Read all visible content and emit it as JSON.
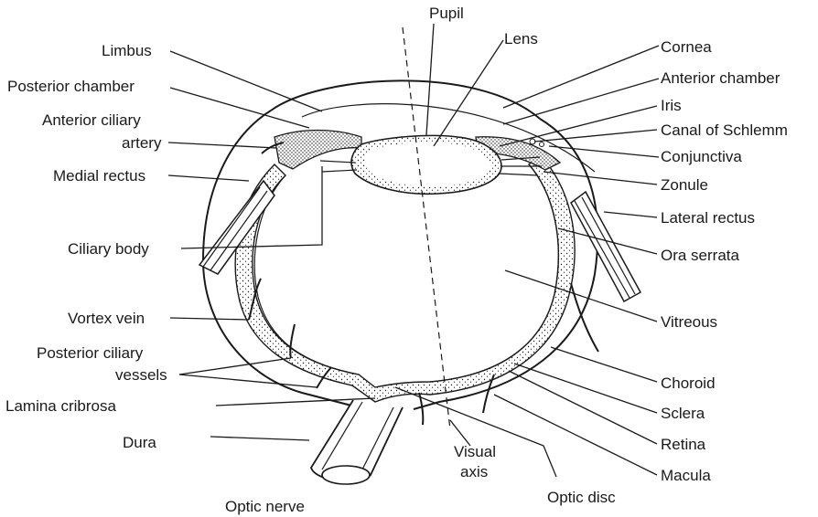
{
  "labels": {
    "pupil": "Pupil",
    "lens": "Lens",
    "cornea": "Cornea",
    "anterior_chamber": "Anterior chamber",
    "iris": "Iris",
    "canal_of_schlemm": "Canal of Schlemm",
    "conjunctiva": "Conjunctiva",
    "zonule": "Zonule",
    "lateral_rectus": "Lateral rectus",
    "ora_serrata": "Ora serrata",
    "vitreous": "Vitreous",
    "choroid": "Choroid",
    "sclera": "Sclera",
    "retina": "Retina",
    "macula": "Macula",
    "optic_disc": "Optic disc",
    "visual_axis_line1": "Visual",
    "visual_axis_line2": "axis",
    "optic_nerve": "Optic nerve",
    "dura": "Dura",
    "lamina_cribrosa": "Lamina cribrosa",
    "posterior_ciliary_vessels_line1": "Posterior ciliary",
    "posterior_ciliary_vessels_line2": "vessels",
    "vortex_vein": "Vortex vein",
    "ciliary_body": "Ciliary body",
    "medial_rectus": "Medial rectus",
    "anterior_ciliary_artery_line1": "Anterior ciliary",
    "anterior_ciliary_artery_line2": "artery",
    "posterior_chamber": "Posterior chamber",
    "limbus": "Limbus"
  },
  "colors": {
    "ink": "#1a1a1a",
    "background": "#ffffff"
  }
}
